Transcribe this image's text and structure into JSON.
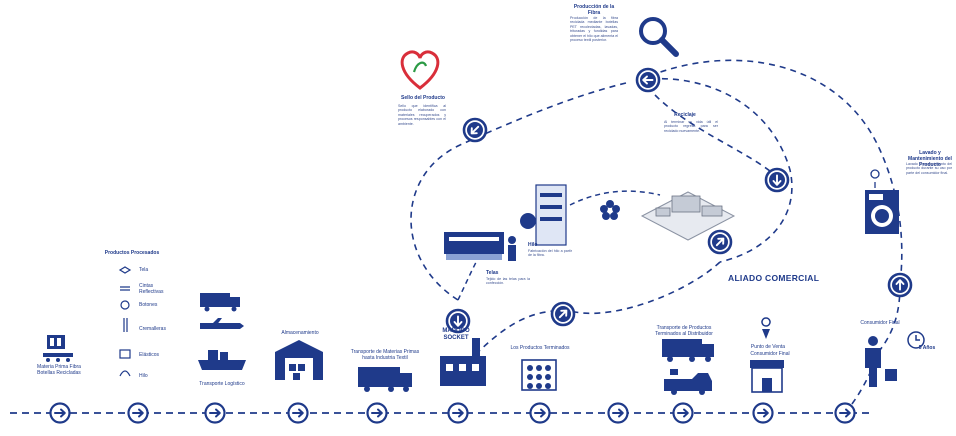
{
  "diagram": {
    "ally": "ALIADO COMERCIAL",
    "madoco_logo": [
      "MADOCO",
      "SOCKET"
    ],
    "stages": {
      "raw_material": "Materia Prima Fibra Botellas Recicladas",
      "processed_products": "Productos Procesados",
      "logistics": "Transporte Logístico",
      "storage": "Almacenamiento",
      "transport_to_factory": "Transporte de Materias Primas hasta Industria Textil",
      "final_products": "Los Productos Terminados",
      "distribution_transport": "Transporte de Productos Terminados al Distribuidor",
      "point_of_sale": "Punto de Venta",
      "consumer": "Consumidor Final",
      "lifespan": "5 Años",
      "washing": "Lavado y Mantenimiento del Producto",
      "production_yarn": "Producción de la Fibra",
      "recycling": "Reciclaje",
      "love_symbol": "Sello del Producto",
      "weaving": "Telas",
      "thread": "Hilo"
    },
    "materials": {
      "title": "Productos Procesados",
      "items": [
        "Tela",
        "Cintas Reflectivas",
        "Botones",
        "Cremalleras",
        "Elásticos",
        "Hilo"
      ]
    },
    "paragraphs": {
      "yarn": "Producción de la fibra reciclada mediante botellas PET recolectadas, lavadas, trituradas y fundidas para obtener el hilo que alimenta el proceso textil posterior.",
      "love": "Sello que identifica al producto elaborado con materiales recuperados y procesos responsables con el ambiente.",
      "recycle": "Al terminar su vida útil el producto regresa para ser reciclado nuevamente.",
      "washing": "Lavado y mantenimiento del producto durante su uso por parte del consumidor final.",
      "thread": "Fabricación del hilo a partir de la fibra.",
      "weaving": "Tejido de las telas para la confección."
    }
  }
}
